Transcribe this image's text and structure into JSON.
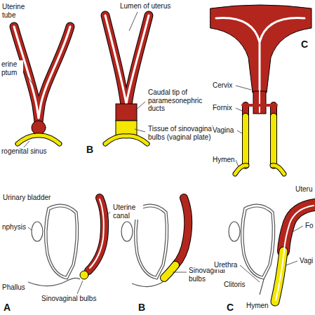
{
  "diagram": {
    "labels": [
      "Uterine tube",
      "Lumen of uterus",
      "erine ptum",
      "Caudal tip of paramesonephric ducts",
      "Tissue of sinovaginal bulbs (vaginal plate)",
      "rogenital sinus",
      "B",
      "Cervix",
      "Fornix",
      "Vagina",
      "Hymen",
      "C",
      "Urinary bladder",
      "nphysis",
      "Uterine canal",
      "Phallus",
      "Sinovaginal bulbs",
      "A",
      "Sinovaginal bulbs",
      "B",
      "Uteru",
      "Urethra",
      "Fo",
      "Vagi",
      "Clitoris",
      "Hymen",
      "C"
    ]
  }
}
